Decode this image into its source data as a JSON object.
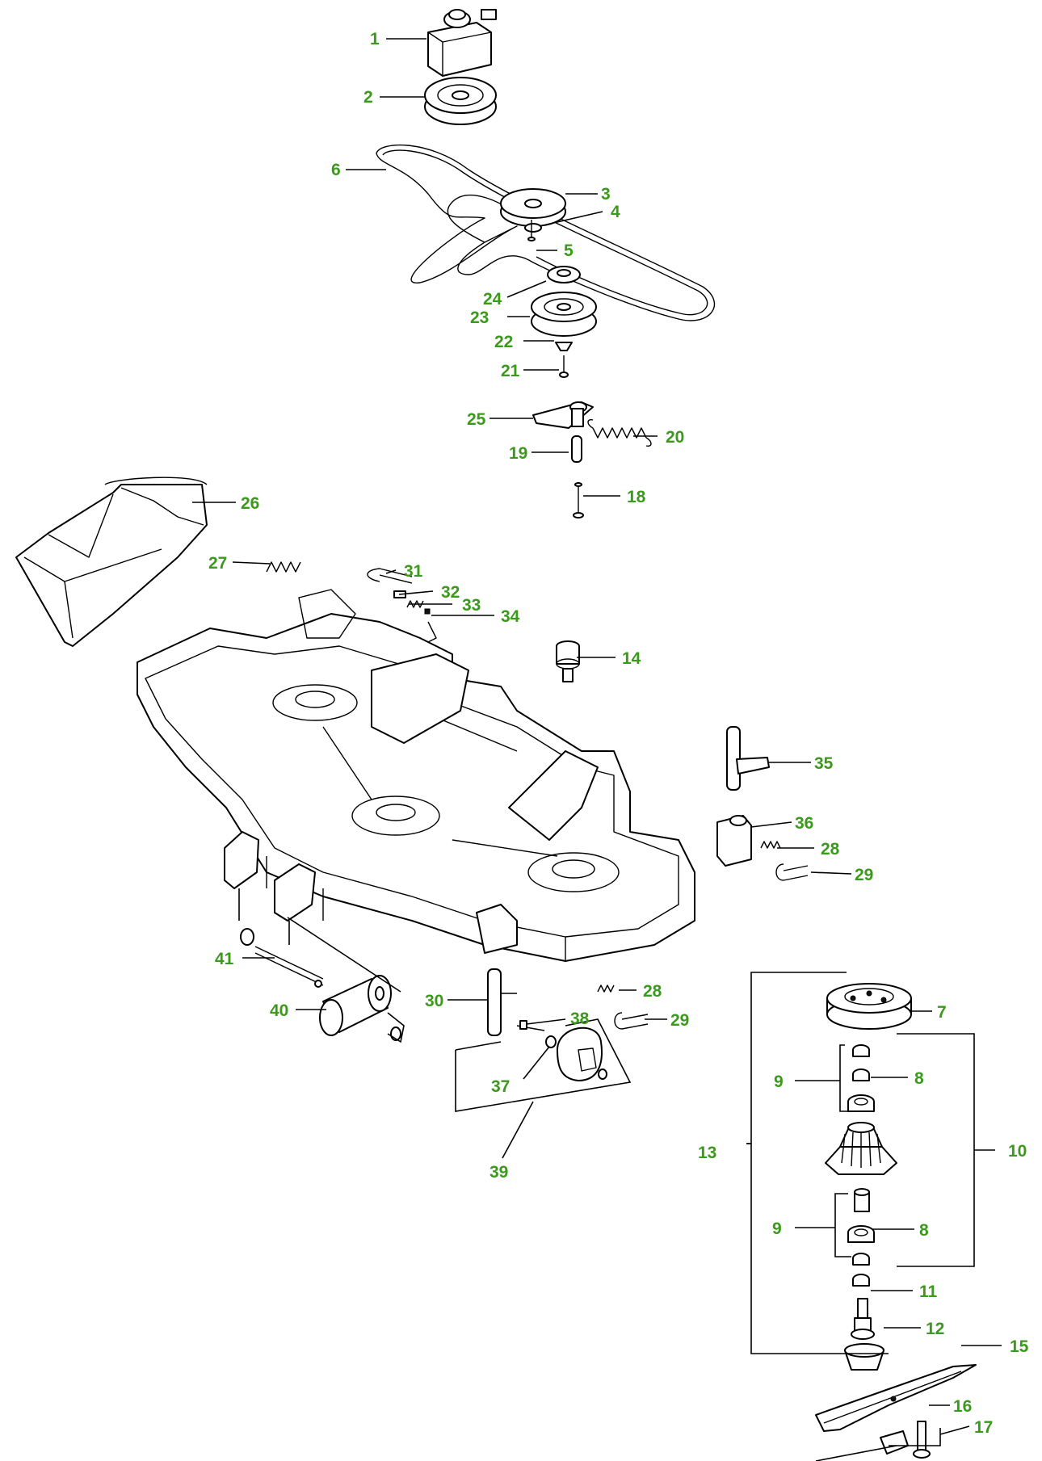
{
  "diagram": {
    "callouts": {
      "c1": "1",
      "c2": "2",
      "c3": "3",
      "c4": "4",
      "c5": "5",
      "c6": "6",
      "c7": "7",
      "c8a": "8",
      "c8b": "8",
      "c9a": "9",
      "c9b": "9",
      "c10": "10",
      "c11": "11",
      "c12": "12",
      "c13": "13",
      "c14": "14",
      "c15": "15",
      "c16": "16",
      "c17": "17",
      "c18": "18",
      "c19": "19",
      "c20": "20",
      "c21": "21",
      "c22": "22",
      "c23": "23",
      "c24": "24",
      "c25": "25",
      "c26": "26",
      "c27": "27",
      "c28a": "28",
      "c28b": "28",
      "c29a": "29",
      "c29b": "29",
      "c30": "30",
      "c31": "31",
      "c32": "32",
      "c33": "33",
      "c34": "34",
      "c35": "35",
      "c36": "36",
      "c37": "37",
      "c38": "38",
      "c39": "39",
      "c40": "40",
      "c41": "41"
    },
    "callout_color": "#3a9a1a",
    "line_color": "#000000"
  }
}
